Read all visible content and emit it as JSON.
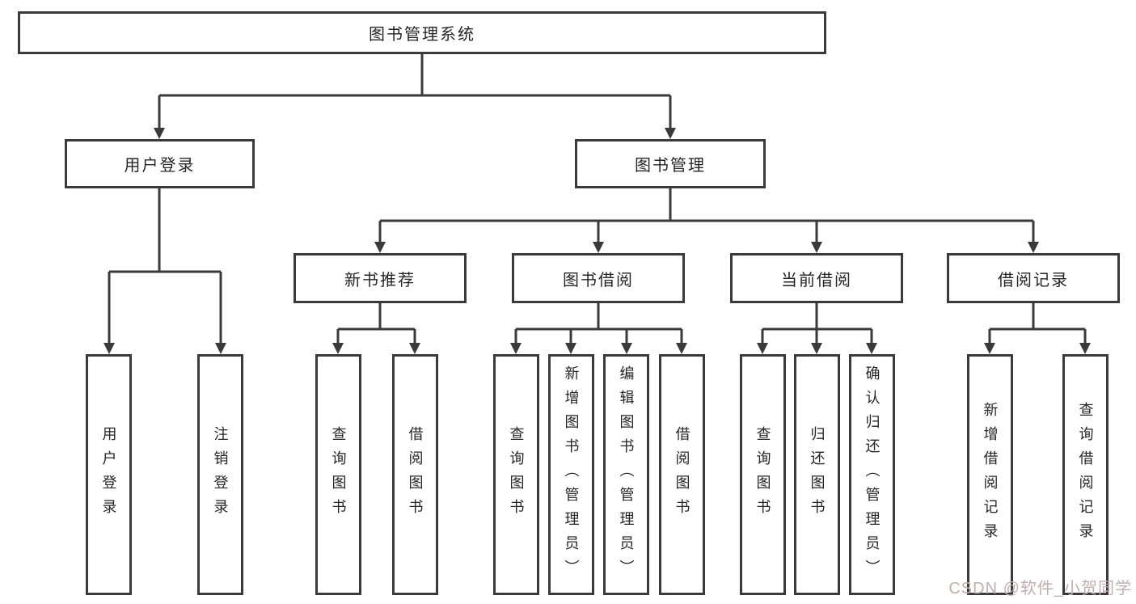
{
  "diagram": {
    "line_color": "#3a3a3a",
    "node_text_color": "#262626",
    "tree": {
      "root": {
        "label": "图书管理系统"
      },
      "branches": [
        {
          "label": "用户登录",
          "leaves": [
            {
              "label": "用户登录"
            },
            {
              "label": "注销登录"
            }
          ]
        },
        {
          "label": "图书管理",
          "groups": [
            {
              "label": "新书推荐",
              "leaves": [
                {
                  "label": "查询图书"
                },
                {
                  "label": "借阅图书"
                }
              ]
            },
            {
              "label": "图书借阅",
              "leaves": [
                {
                  "label": "查询图书"
                },
                {
                  "label": "新增图书（管理员）"
                },
                {
                  "label": "编辑图书（管理员）"
                },
                {
                  "label": "借阅图书"
                }
              ]
            },
            {
              "label": "当前借阅",
              "leaves": [
                {
                  "label": "查询图书"
                },
                {
                  "label": "归还图书"
                },
                {
                  "label": "确认归还（管理员）"
                }
              ]
            },
            {
              "label": "借阅记录",
              "leaves": [
                {
                  "label": "新增借阅记录"
                },
                {
                  "label": "查询借阅记录"
                }
              ]
            }
          ]
        }
      ]
    }
  },
  "watermark": {
    "text": "CSDN @软件_小贺同学",
    "color": "#c1aeae"
  }
}
